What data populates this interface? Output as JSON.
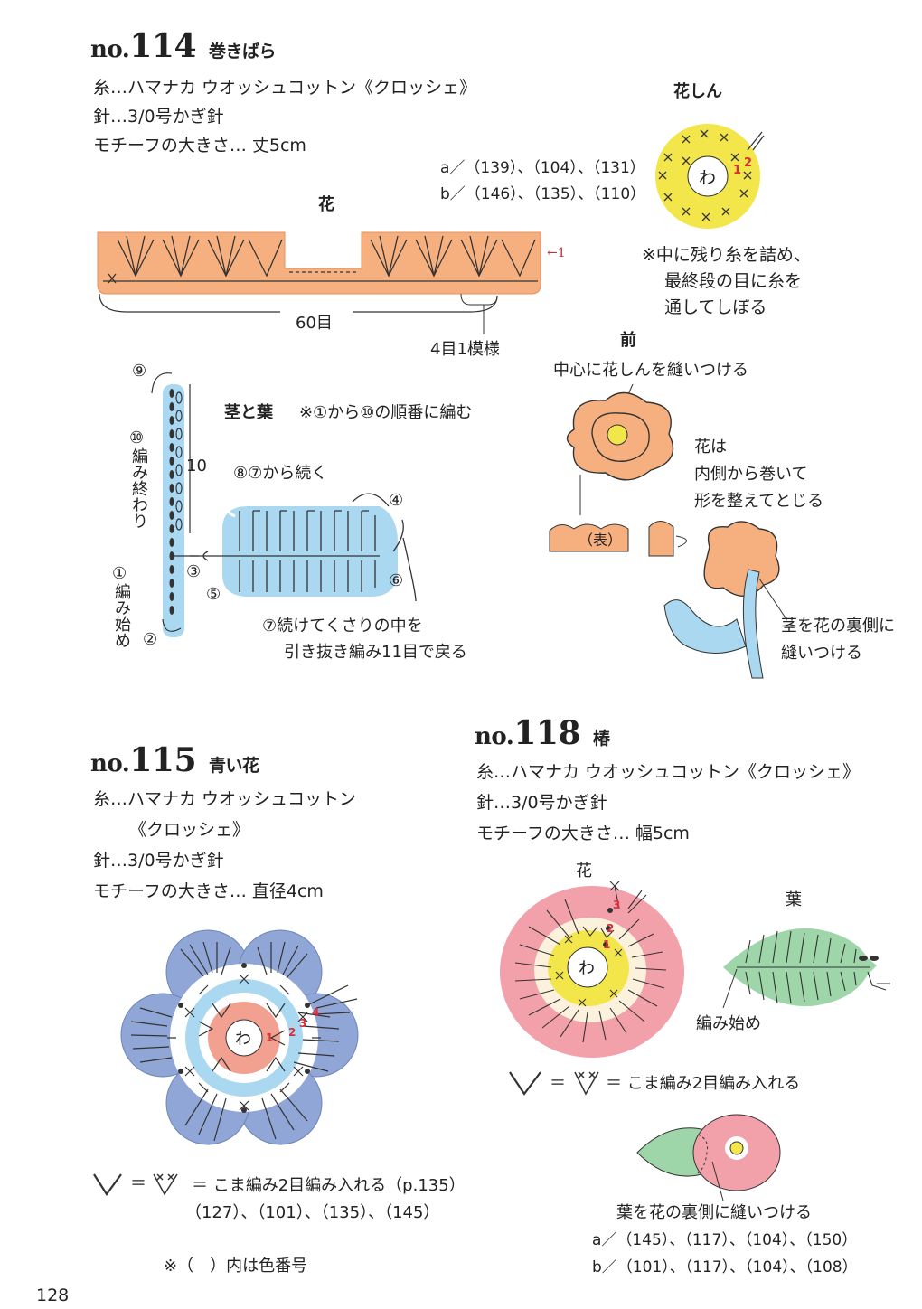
{
  "p114": {
    "no_prefix": "no.",
    "no_number": "114",
    "title": "巻きばら",
    "yarn": "糸…ハマナカ ウオッシュコットン《クロッシェ》",
    "needle": "針…3/0号かぎ針",
    "size": "モチーフの大きさ… 丈5cm",
    "flower_label": "花",
    "center_label": "花しん",
    "colors_a": "a／（139）、（104）、（131）",
    "colors_b": "b／（146）、（135）、（110）",
    "row_marker": "←1",
    "stitch_count": "60目",
    "pattern_repeat": "4目1模様",
    "center_note_1": "※中に残り糸を詰め、",
    "center_note_2": "最終段の目に糸を",
    "center_note_3": "通してしぼる",
    "front_label": "前",
    "sew_center": "中心に花しんを縫いつける",
    "roll_1": "花は",
    "roll_2": "内側から巻いて",
    "roll_3": "形を整えてとじる",
    "face_label": "（表）",
    "stem_label": "茎と葉",
    "stem_order": "※①から⑩の順番に編む",
    "s9": "⑨",
    "s10": "⑩",
    "s10_text": "編み終わり",
    "count10": "10",
    "s8": "⑧⑦から続く",
    "s4": "④",
    "s3": "③",
    "s5": "⑤",
    "s6": "⑥",
    "s1": "①",
    "s1_text": "編み始め",
    "s2": "②",
    "s7_1": "⑦続けてくさりの中を",
    "s7_2": "引き抜き編み11目で戻る",
    "attach_1": "茎を花の裏側に",
    "attach_2": "縫いつける",
    "ring": "わ"
  },
  "p115": {
    "no_prefix": "no.",
    "no_number": "115",
    "title": "青い花",
    "yarn_1": "糸…ハマナカ ウオッシュコットン",
    "yarn_2": "《クロッシェ》",
    "needle": "針…3/0号かぎ針",
    "size": "モチーフの大きさ… 直径4cm",
    "legend": "＝ こま編み2目編み入れる（p.135）",
    "colors": "（127）、（101）、（135）、（145）",
    "note": "※（　）内は色番号"
  },
  "p118": {
    "no_prefix": "no.",
    "no_number": "118",
    "title": "椿",
    "yarn": "糸…ハマナカ ウオッシュコットン《クロッシェ》",
    "needle": "針…3/0号かぎ針",
    "size": "モチーフの大きさ… 幅5cm",
    "flower_label": "花",
    "leaf_label": "葉",
    "start_label": "編み始め",
    "legend": "＝ こま編み2目編み入れる",
    "sew_leaf": "葉を花の裏側に縫いつける",
    "colors_a": "a／（145）、（117）、（104）、（150）",
    "colors_b": "b／（101）、（117）、（104）、（108）"
  },
  "page_number": "128",
  "colors": {
    "orange": "#F6B07F",
    "yellow": "#F3E64A",
    "blue": "#8FA6D6",
    "lightblue": "#A9D8F0",
    "salmon": "#F2A08F",
    "pink": "#F2A0AA",
    "cream": "#FBF1DC",
    "green": "#9ED6A9",
    "red": "#D8303A"
  }
}
